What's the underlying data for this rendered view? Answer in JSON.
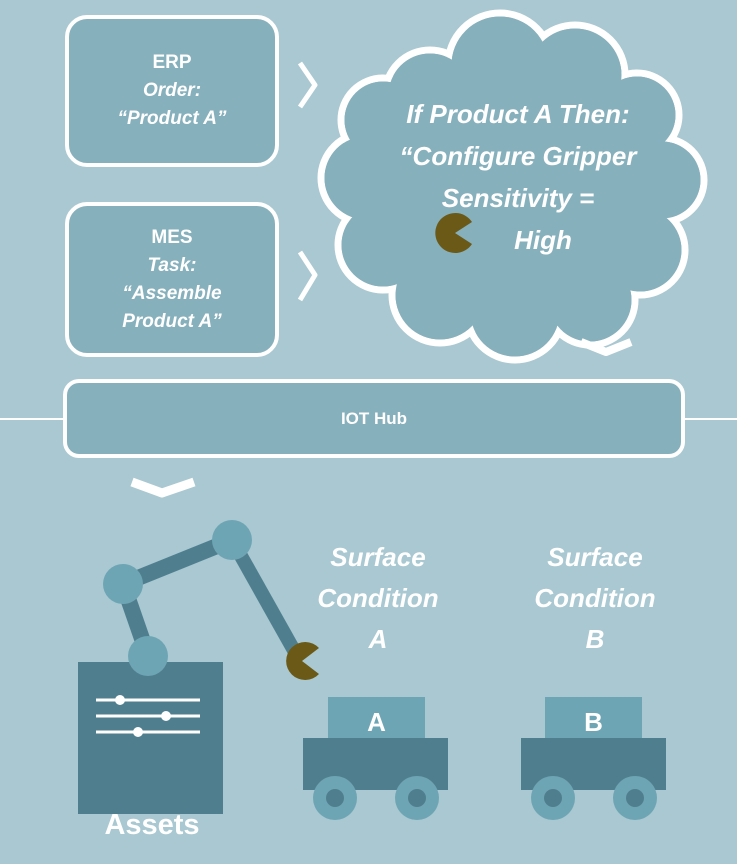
{
  "erp": {
    "system": "ERP",
    "label": "Order:",
    "value": "“Product A”"
  },
  "mes": {
    "system": "MES",
    "label": "Task:",
    "value_line1": "“Assemble",
    "value_line2": "Product A”"
  },
  "rule": {
    "line1": "If Product A Then:",
    "line2": "“Configure Gripper",
    "line3": "Sensitivity =",
    "line4": "High"
  },
  "hub": {
    "label": "IOT Hub"
  },
  "conditions": [
    {
      "line1": "Surface",
      "line2": "Condition",
      "line3": "A"
    },
    {
      "line1": "Surface",
      "line2": "Condition",
      "line3": "B"
    }
  ],
  "carts": [
    {
      "letter": "A"
    },
    {
      "letter": "B"
    }
  ],
  "assets": {
    "label": "Assets"
  },
  "colors": {
    "background": "#a9c8d1",
    "box_fill": "#87b0bd",
    "dark_teal": "#4f7f8f",
    "joint": "#6ea5b4",
    "gripper": "#6b5a17",
    "white": "#ffffff"
  },
  "icons": [
    "chevron-right-icon",
    "chevron-down-icon",
    "gripper-icon",
    "robot-arm-icon",
    "slider-list-icon",
    "cart-icon"
  ]
}
